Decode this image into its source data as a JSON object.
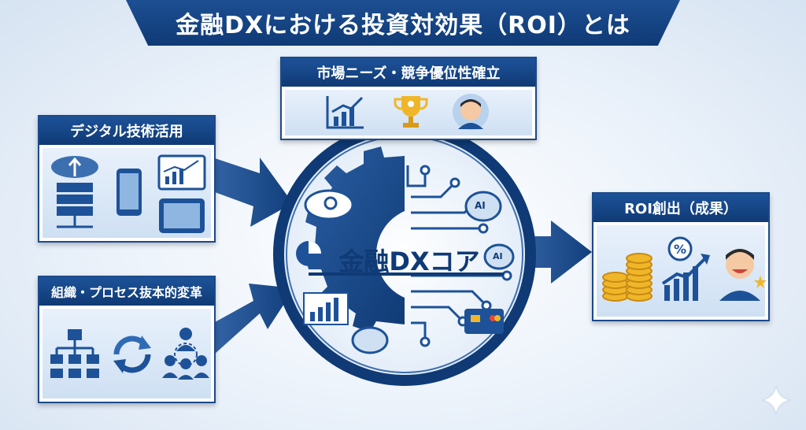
{
  "title": "金融DXにおける投資対効果（ROI）とは",
  "panels": {
    "top": {
      "label": "市場ニーズ・競争優位性確立",
      "icons": [
        "growth-chart-icon",
        "trophy-icon",
        "customer-face-icon"
      ]
    },
    "left_top": {
      "label": "デジタル技術活用",
      "icons": [
        "cloud-server-icon",
        "smartphone-icon",
        "monitor-chart-icon",
        "tablet-icon"
      ]
    },
    "left_bottom": {
      "label": "組織・プロセス抜本的変革",
      "icons": [
        "org-chart-icon",
        "cycle-arrows-icon",
        "team-icon"
      ]
    },
    "right": {
      "label": "ROI創出（成果）",
      "icons": [
        "coin-stacks-icon",
        "percent-growth-icon",
        "happy-face-icon"
      ]
    }
  },
  "core": {
    "label": "金融DXコア",
    "badges": [
      "AI",
      "AI"
    ],
    "icons": [
      "cloud-gear-icon",
      "pie-chart-icon",
      "bar-chart-icon",
      "brain-icon",
      "credit-card-icon",
      "circuit-icon"
    ]
  },
  "colors": {
    "primary": "#0f3a75",
    "accent": "#1d5298",
    "panel_bg": "#d9e7f6",
    "gold": "#f0b62a"
  }
}
